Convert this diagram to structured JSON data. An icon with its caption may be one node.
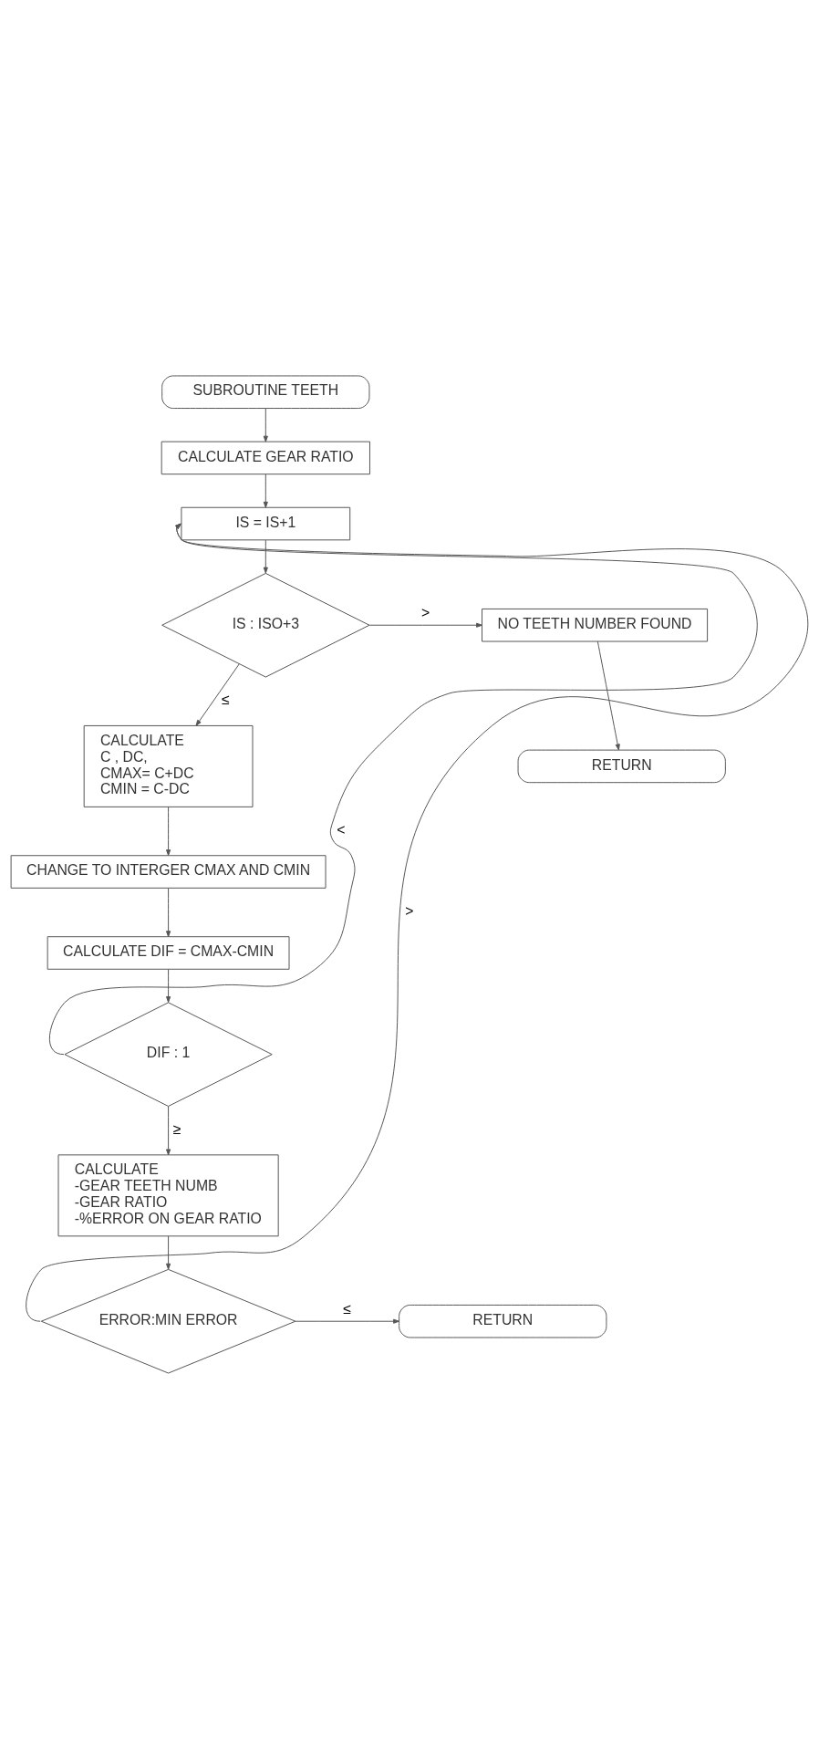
{
  "diagram": {
    "nodes": [
      {
        "text": [
          "SUBROUTINE TEETH"
        ]
      },
      {
        "text": [
          "CALCULATE GEAR RATIO"
        ]
      },
      {
        "text": [
          "IS = IS+1"
        ]
      },
      {
        "text": [
          "IS : ISO+3"
        ]
      },
      {
        "text": [
          "NO TEETH NUMBER FOUND"
        ]
      },
      {
        "text": [
          "RETURN"
        ]
      },
      {
        "text": [
          "CALCULATE",
          "C , DC,",
          "CMAX= C+DC",
          "CMIN = C-DC"
        ]
      },
      {
        "text": [
          "CHANGE TO INTERGER CMAX AND CMIN"
        ]
      },
      {
        "text": [
          "CALCULATE DIF = CMAX-CMIN"
        ]
      },
      {
        "text": [
          "DIF : 1"
        ]
      },
      {
        "text": [
          "CALCULATE",
          "-GEAR TEETH NUMB",
          "-GEAR RATIO",
          "-%ERROR ON GEAR RATIO"
        ]
      },
      {
        "text": [
          "ERROR:MIN ERROR"
        ]
      },
      {
        "text": [
          "RETURN"
        ]
      }
    ],
    "edges": [
      {
        "from": 0,
        "to": 1,
        "arrow": "to"
      },
      {
        "from": 1,
        "to": 2,
        "arrow": "to"
      },
      {
        "from": 2,
        "to": 3,
        "arrow": "to"
      },
      {
        "from": 3,
        "to": 4,
        "arrow": "to",
        "label": ">"
      },
      {
        "from": 4,
        "to": 5,
        "arrow": "to"
      },
      {
        "from": 3,
        "to": 6,
        "arrow": "to",
        "label": "≤"
      },
      {
        "from": 6,
        "to": 7,
        "arrow": "to"
      },
      {
        "from": 7,
        "to": 8,
        "arrow": "to"
      },
      {
        "from": 8,
        "to": 9,
        "arrow": "to"
      },
      {
        "from": 9,
        "to": 2,
        "arrow": "to",
        "label": "<"
      },
      {
        "from": 9,
        "to": 10,
        "arrow": "to",
        "label": "≥"
      },
      {
        "from": 10,
        "to": 11,
        "arrow": "to"
      },
      {
        "from": 11,
        "to": 12,
        "arrow": "to",
        "label": "≤"
      },
      {
        "from": 11,
        "to": 2,
        "arrow": "to",
        "label": ">"
      }
    ]
  }
}
